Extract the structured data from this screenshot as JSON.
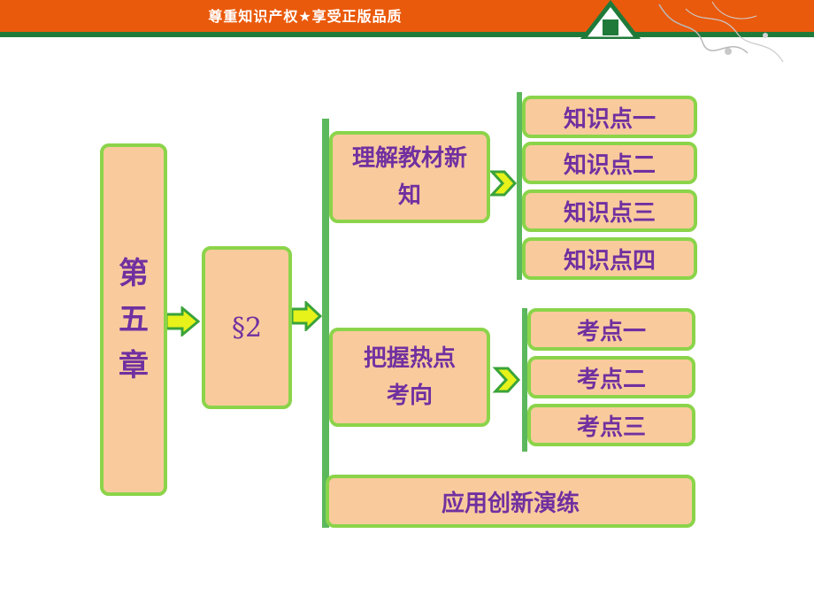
{
  "header": {
    "slogan": "尊重知识产权★享受正版品质",
    "colors": {
      "bar": "#ea5a0c",
      "line": "#1f7a3a"
    }
  },
  "diagram": {
    "chapter": "第五章",
    "section": "§2",
    "level1": [
      "理解教材新知",
      "把握热点考向",
      "应用创新演练"
    ],
    "knowledge_points": [
      "知识点一",
      "知识点二",
      "知识点三",
      "知识点四"
    ],
    "exam_points": [
      "考点一",
      "考点二",
      "考点三"
    ],
    "colors": {
      "box_fill": "#f9cb9c",
      "box_border": "#8bd44a",
      "text": "#7030a0",
      "connector": "#5cb85c",
      "arrow": "#e6f21a"
    }
  }
}
